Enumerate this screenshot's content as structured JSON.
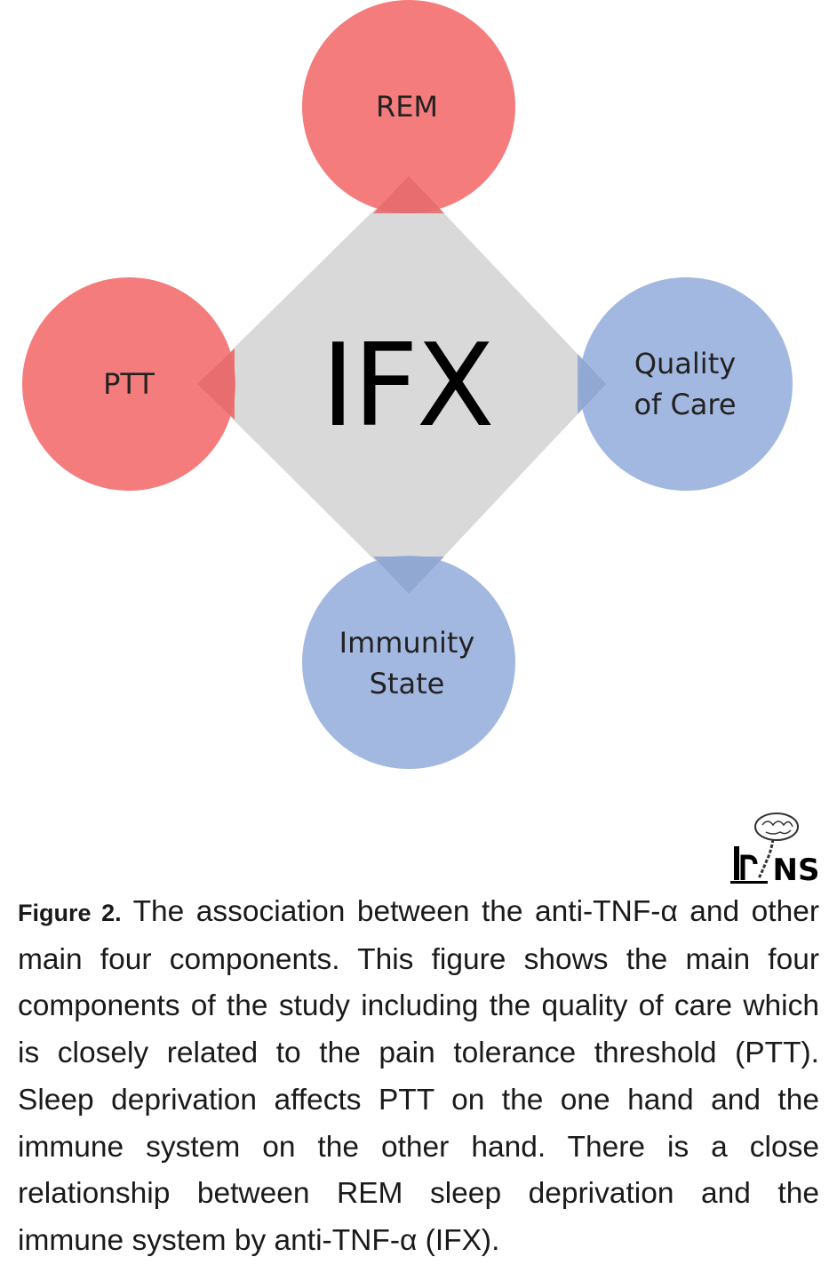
{
  "diagram": {
    "center": {
      "label": "IFX",
      "color": "#d9d9d9"
    },
    "nodes": [
      {
        "id": "rem",
        "label_lines": [
          "REM"
        ],
        "color": "#f47c7c"
      },
      {
        "id": "ptt",
        "label_lines": [
          "PTT"
        ],
        "color": "#f47c7c"
      },
      {
        "id": "quality-of-care",
        "label_lines": [
          "Quality",
          "of Care"
        ],
        "color": "#a3b8e0"
      },
      {
        "id": "immunity-state",
        "label_lines": [
          "Immunity",
          "State"
        ],
        "color": "#a3b8e0"
      }
    ]
  },
  "logo": {
    "text": "IrNS"
  },
  "caption": {
    "label": "Figure 2.",
    "text": "The association between the anti-TNF-α and other main four components. This figure shows the main four components of the study including the quality of care which is closely related to the pain tolerance threshold (PTT). Sleep deprivation affects PTT on the one hand and the immune system on the other hand. There is a close relationship between REM sleep deprivation and the immune system by anti-TNF-α (IFX)."
  }
}
